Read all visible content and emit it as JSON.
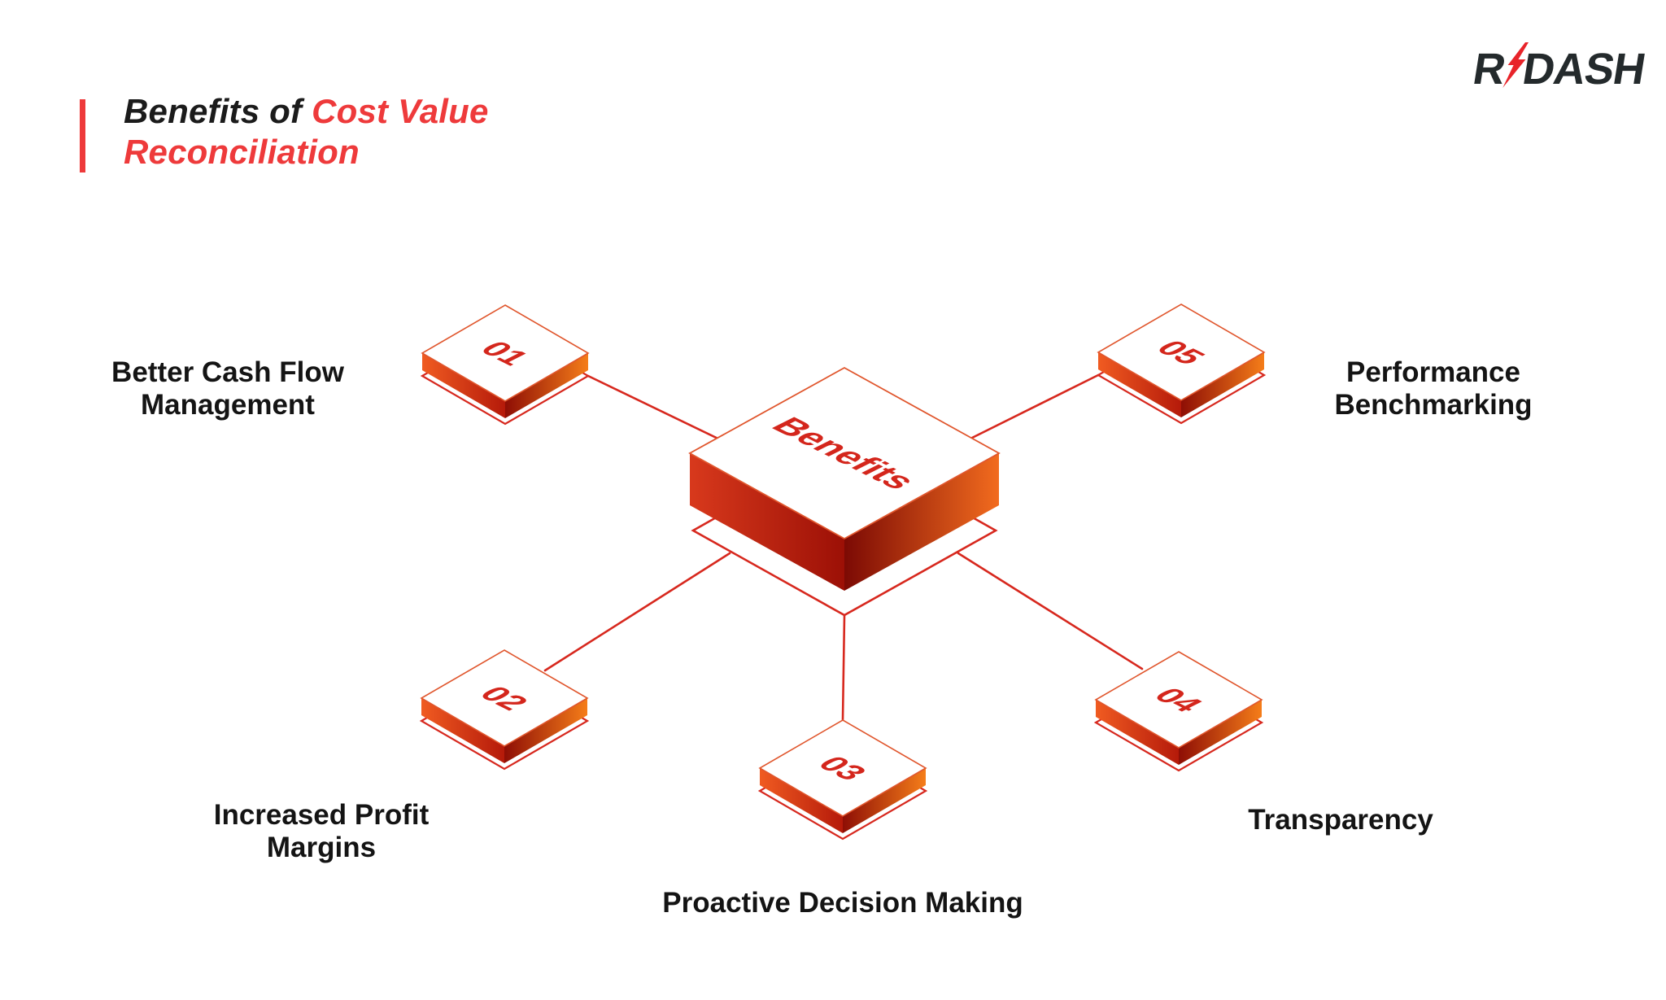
{
  "header": {
    "title": {
      "prefix": "Benefits of",
      "highlight_line1": "Cost Value",
      "highlight_line2": "Reconciliation"
    },
    "logo": {
      "part1": "R",
      "part2": "DASH",
      "bolt_icon": "lightning-bolt"
    }
  },
  "diagram": {
    "center": {
      "label": "Benefits"
    },
    "nodes": [
      {
        "number": "01",
        "label_line1": "Better Cash Flow",
        "label_line2": "Management"
      },
      {
        "number": "02",
        "label_line1": "Increased Profit",
        "label_line2": "Margins"
      },
      {
        "number": "03",
        "label_line1": "Proactive Decision Making",
        "label_line2": ""
      },
      {
        "number": "04",
        "label_line1": "Transparency",
        "label_line2": ""
      },
      {
        "number": "05",
        "label_line1": "Performance",
        "label_line2": "Benchmarking"
      }
    ]
  },
  "colors": {
    "title_red": "#ee3a3b",
    "line_red": "#d7281e",
    "iso_text_red": "#d4261c",
    "label_dark": "#141414",
    "logo_dark": "#242a2c",
    "tile_left_gradient": [
      "#f05b21",
      "#b51a0a"
    ],
    "tile_right_gradient": [
      "#8e0e05",
      "#f57d19"
    ],
    "box_left_gradient": [
      "#d8391c",
      "#9c1006"
    ],
    "box_right_gradient": [
      "#7c0a04",
      "#f26b1e"
    ]
  }
}
